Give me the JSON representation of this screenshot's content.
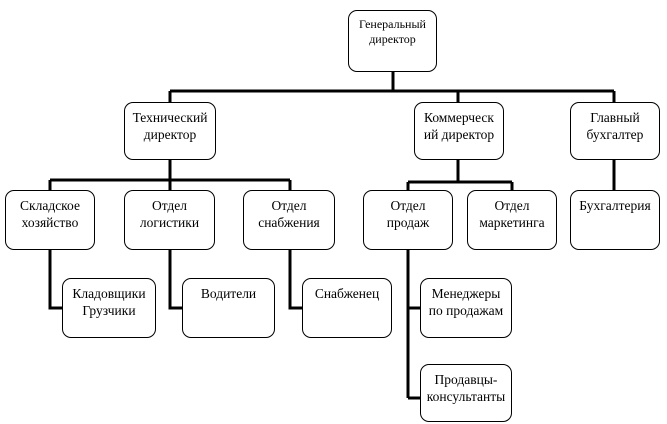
{
  "nodes": {
    "ceo": "Генеральный\nдиректор",
    "tech_director": "Технический\nдиректор",
    "commercial_director": "Коммерческ\nий директор",
    "chief_accountant": "Главный\nбухгалтер",
    "warehouse": "Складское\nхозяйство",
    "logistics": "Отдел\nлогистики",
    "supply": "Отдел\nснабжения",
    "sales": "Отдел\nпродаж",
    "marketing": "Отдел\nмаркетинга",
    "accounting": "Бухгалтерия",
    "storekeepers": "Кладовщики\nГрузчики",
    "drivers": "Водители",
    "supplier": "Снабженец",
    "sales_managers": "Менеджеры\nпо продажам",
    "sales_consultants": "Продавцы-\nконсультанты"
  }
}
